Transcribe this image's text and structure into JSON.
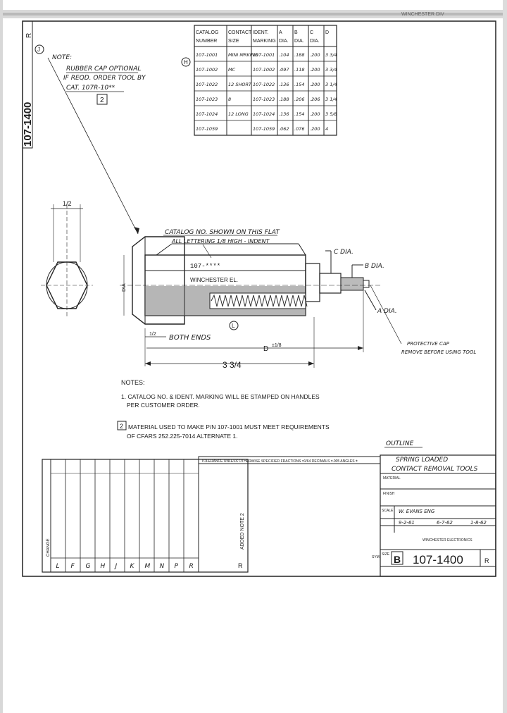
{
  "drawing_number_vertical": "107-1400",
  "drawing_rev_vertical": "R",
  "corner_stamp": "WINCHESTER DIV",
  "catalog_table": {
    "headers": [
      [
        "CATALOG",
        "NUMBER"
      ],
      [
        "CONTACT",
        "SIZE"
      ],
      [
        "IDENT.",
        "MARKING"
      ],
      [
        "A",
        "DIA."
      ],
      [
        "B",
        "DIA."
      ],
      [
        "C",
        "DIA."
      ],
      [
        "D",
        ""
      ]
    ],
    "rows": [
      [
        "107-1001",
        "MINI MRKING",
        "107-1001",
        ".104",
        ".188",
        ".200",
        "3 3/4"
      ],
      [
        "107-1002",
        "MC",
        "107-1002",
        ".097",
        ".118",
        ".200",
        "3 3/4"
      ],
      [
        "107-1022",
        "12 SHORT",
        "107-1022",
        ".136",
        ".154",
        ".200",
        "3 1/4"
      ],
      [
        "107-1023",
        "8",
        "107-1023",
        ".188",
        ".206",
        ".206",
        "3 1/4"
      ],
      [
        "107-1024",
        "12 LONG",
        "107-1024",
        ".136",
        ".154",
        ".200",
        "3 5/8"
      ],
      [
        "107-1059",
        "",
        "107-1059",
        ".062",
        ".076",
        ".200",
        "4"
      ]
    ],
    "rev_marker": "H"
  },
  "note_callout": {
    "title": "NOTE:",
    "lines": [
      "RUBBER CAP OPTIONAL",
      "IF REQD. ORDER TOOL BY",
      "CAT. 107R-10**"
    ],
    "box": "2",
    "marker": "J"
  },
  "drawing": {
    "top_label": "CATALOG NO. SHOWN ON THIS FLAT",
    "top_label2": "ALL LETTERING 1/8 HIGH - INDENT",
    "flat_marking": "107-****",
    "brand_marking": "WINCHESTER EL.",
    "c_dia": "C DIA.",
    "b_dia": "B DIA.",
    "a_dia": "A DIA.",
    "protective_cap": [
      "PROTECTIVE CAP",
      "REMOVE BEFORE USING TOOL"
    ],
    "both_ends": "BOTH ENDS",
    "d_dim": "D",
    "d_tol": "±1/8",
    "overall": "3 3/4",
    "hex_dim": "1/2",
    "dia_label": "DIA",
    "l_marker": "L"
  },
  "notes": {
    "title": "NOTES:",
    "note1": [
      "1. CATALOG NO. & IDENT. MARKING WILL BE STAMPED ON HANDLES",
      "PER CUSTOMER ORDER."
    ],
    "note2_box": "2",
    "note2": [
      "MATERIAL USED TO MAKE P/N 107-1001 MUST MEET REQUIREMENTS",
      "OF CFARS 252.225-7014 ALTERNATE 1."
    ]
  },
  "outline_label": "OUTLINE",
  "title_block": {
    "tolerance_header": "TOLERANCE UNLESS OTHERWISE SPECIFIED   FRACTIONS ±1/64  DECIMALS ±.005  ANGLES ±",
    "title": [
      "SPRING LOADED",
      "CONTACT REMOVAL TOOLS"
    ],
    "material_label": "MATERIAL",
    "finish_label": "FINISH",
    "scale_label": "SCALE",
    "drawn_line": "W. EVANS  ENG",
    "dates": [
      "9-2-61",
      "6-7-62",
      "1-8-62"
    ],
    "company": "WINCHESTER ELECTRONICS",
    "size_label": "SIZE",
    "size": "B",
    "dwg_no": "107-1400",
    "rev": "R",
    "sym_label": "SYM"
  },
  "revision_table": {
    "letters": [
      "L",
      "F",
      "G",
      "H",
      "J",
      "K",
      "M",
      "N",
      "P",
      "R"
    ],
    "right_note": "ADDED NOTE 2",
    "right_letter": "R",
    "left_header": "CHANGE"
  }
}
